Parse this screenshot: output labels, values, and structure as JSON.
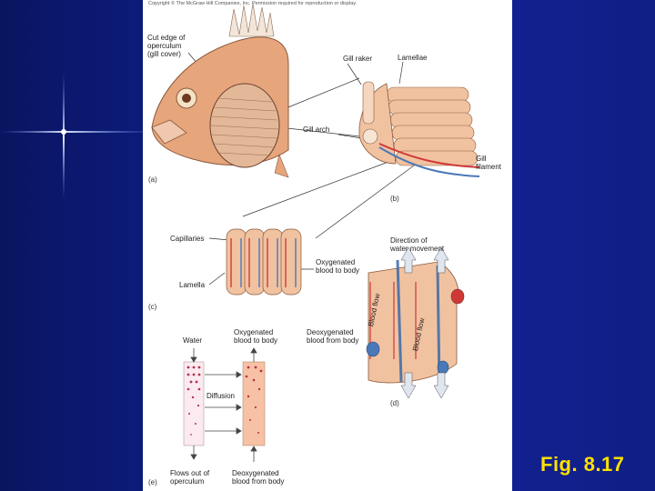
{
  "copyright": "Copyright © The McGraw Hill Companies, Inc. Permission required for reproduction or display.",
  "caption": "Fig. 8.17",
  "panels": {
    "a": "(a)",
    "b": "(b)",
    "c": "(c)",
    "d": "(d)",
    "e": "(e)"
  },
  "labels": {
    "cut_edge": "Cut edge of\noperculum\n(gill cover)",
    "gill_raker": "Gill raker",
    "lamellae": "Lamellae",
    "gill_arch": "Gill arch",
    "gill_filament": "Gill\nfilament",
    "capillaries": "Capillaries",
    "lamella": "Lamella",
    "oxygenated_blood_c": "Oxygenated\nblood to body",
    "direction_water": "Direction of\nwater movement",
    "blood_flow": "Blood flow",
    "water": "Water",
    "oxygenated_blood_e": "Oxygenated\nblood to body",
    "deoxygenated_from_d": "Deoxygenated\nblood from body",
    "diffusion": "Diffusion",
    "flows_out": "Flows out of\noperculum",
    "deoxygenated_from_e": "Deoxygenated\nblood from body"
  },
  "colors": {
    "background": "#0c1a78",
    "caption": "#ffe000",
    "fish": "#e7a57c",
    "tissue": "#f1c2a0",
    "artery_red": "#d03838",
    "vein_blue": "#4a78b8"
  }
}
